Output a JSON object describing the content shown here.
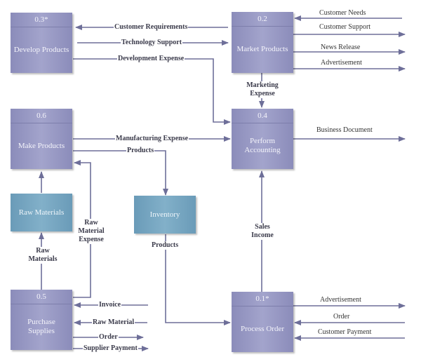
{
  "colors": {
    "process_fill": "#9a9bc6",
    "store_fill": "#76a7c2",
    "flow_line": "#6e6f99",
    "text_light": "#f4f4fb",
    "label_text": "#3a3a4a"
  },
  "processes": [
    {
      "id": "0.3*",
      "name": "Develop Products"
    },
    {
      "id": "0.2",
      "name": "Market Products"
    },
    {
      "id": "0.6",
      "name": "Make Products"
    },
    {
      "id": "0.4",
      "name": "Perform Accounting"
    },
    {
      "id": "0.5",
      "name": "Purchase Supplies"
    },
    {
      "id": "0.1*",
      "name": "Process Order"
    }
  ],
  "data_stores": [
    {
      "name": "Raw Materials"
    },
    {
      "name": "Inventory"
    }
  ],
  "flows": {
    "customer_requirements": "Customer Requirements",
    "technology_support": "Technology Support",
    "development_expense": "Development Expense",
    "customer_needs": "Customer Needs",
    "customer_support": "Customer Support",
    "news_release": "News Release",
    "advertisement_market": "Advertisement",
    "marketing_expense_1": "Marketing",
    "marketing_expense_2": "Expense",
    "manufacturing_expense": "Manufacturing Expense",
    "products_make": "Products",
    "business_document": "Business Document",
    "raw_material_expense_1": "Raw",
    "raw_material_expense_2": "Material",
    "raw_material_expense_3": "Expense",
    "raw_materials_1": "Raw",
    "raw_materials_2": "Materials",
    "products_inventory": "Products",
    "sales_income_1": "Sales",
    "sales_income_2": "Income",
    "invoice": "Invoice",
    "raw_material": "Raw Material",
    "order_supplies": "Order",
    "supplier_payment": "Supplier Payment",
    "advertisement_order": "Advertisement",
    "order_in": "Order",
    "customer_payment": "Customer Payment"
  }
}
